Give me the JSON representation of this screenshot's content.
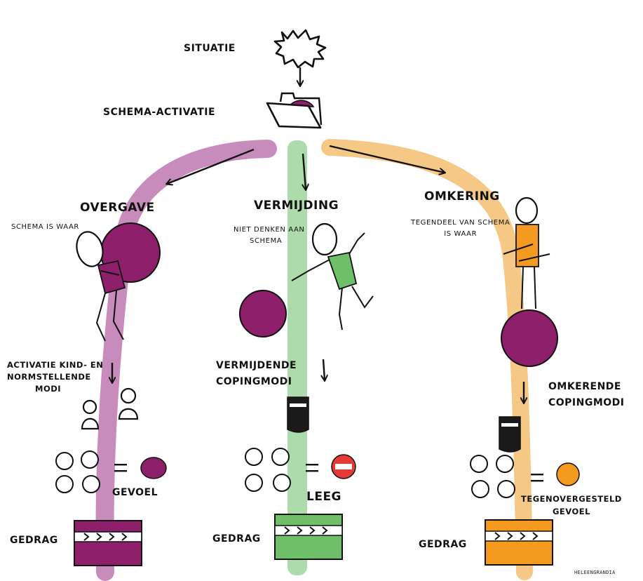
{
  "top": {
    "situation_label": "SITUATIE",
    "activation_label": "SCHEMA-ACTIVATIE"
  },
  "columns": {
    "surrender": {
      "title": "OVERGAVE",
      "belief": "SCHEMA IS WAAR",
      "modes": [
        "ACTIVATIE KIND- EN",
        "NORMSTELLENDE",
        "MODI"
      ],
      "feeling": "GEVOEL",
      "behavior": "GEDRAG",
      "color": "#8e1f6b",
      "path_color": "#c27fb5"
    },
    "avoidance": {
      "title": "VERMIJDING",
      "belief": [
        "NIET DENKEN AAN",
        "SCHEMA"
      ],
      "modes": [
        "VERMIJDENDE",
        "COPINGMODI"
      ],
      "feeling": "LEEG",
      "behavior": "GEDRAG",
      "color": "#6fbf6a",
      "path_color": "#a9d9a6"
    },
    "overcompensation": {
      "title": "OMKERING",
      "belief": [
        "TEGENDEEL VAN SCHEMA",
        "IS WAAR"
      ],
      "modes": [
        "OMKERENDE",
        "COPINGMODI"
      ],
      "feeling": [
        "TEGENOVERGESTELD",
        "GEVOEL"
      ],
      "behavior": "GEDRAG",
      "color": "#f39a1f",
      "path_color": "#f6c57f"
    }
  },
  "credit": "HELEENGRANDIA",
  "icons": {
    "situation": "explosion-burst-icon",
    "activation": "folder-with-ball-icon",
    "mode": "person-bust-icon",
    "coping": "shield-mask-icon",
    "no_entry": "no-entry-icon"
  },
  "colors": {
    "schema_ball": "#8e1f6b",
    "no_entry_red": "#e53935",
    "shield_black": "#1a1a1a"
  }
}
